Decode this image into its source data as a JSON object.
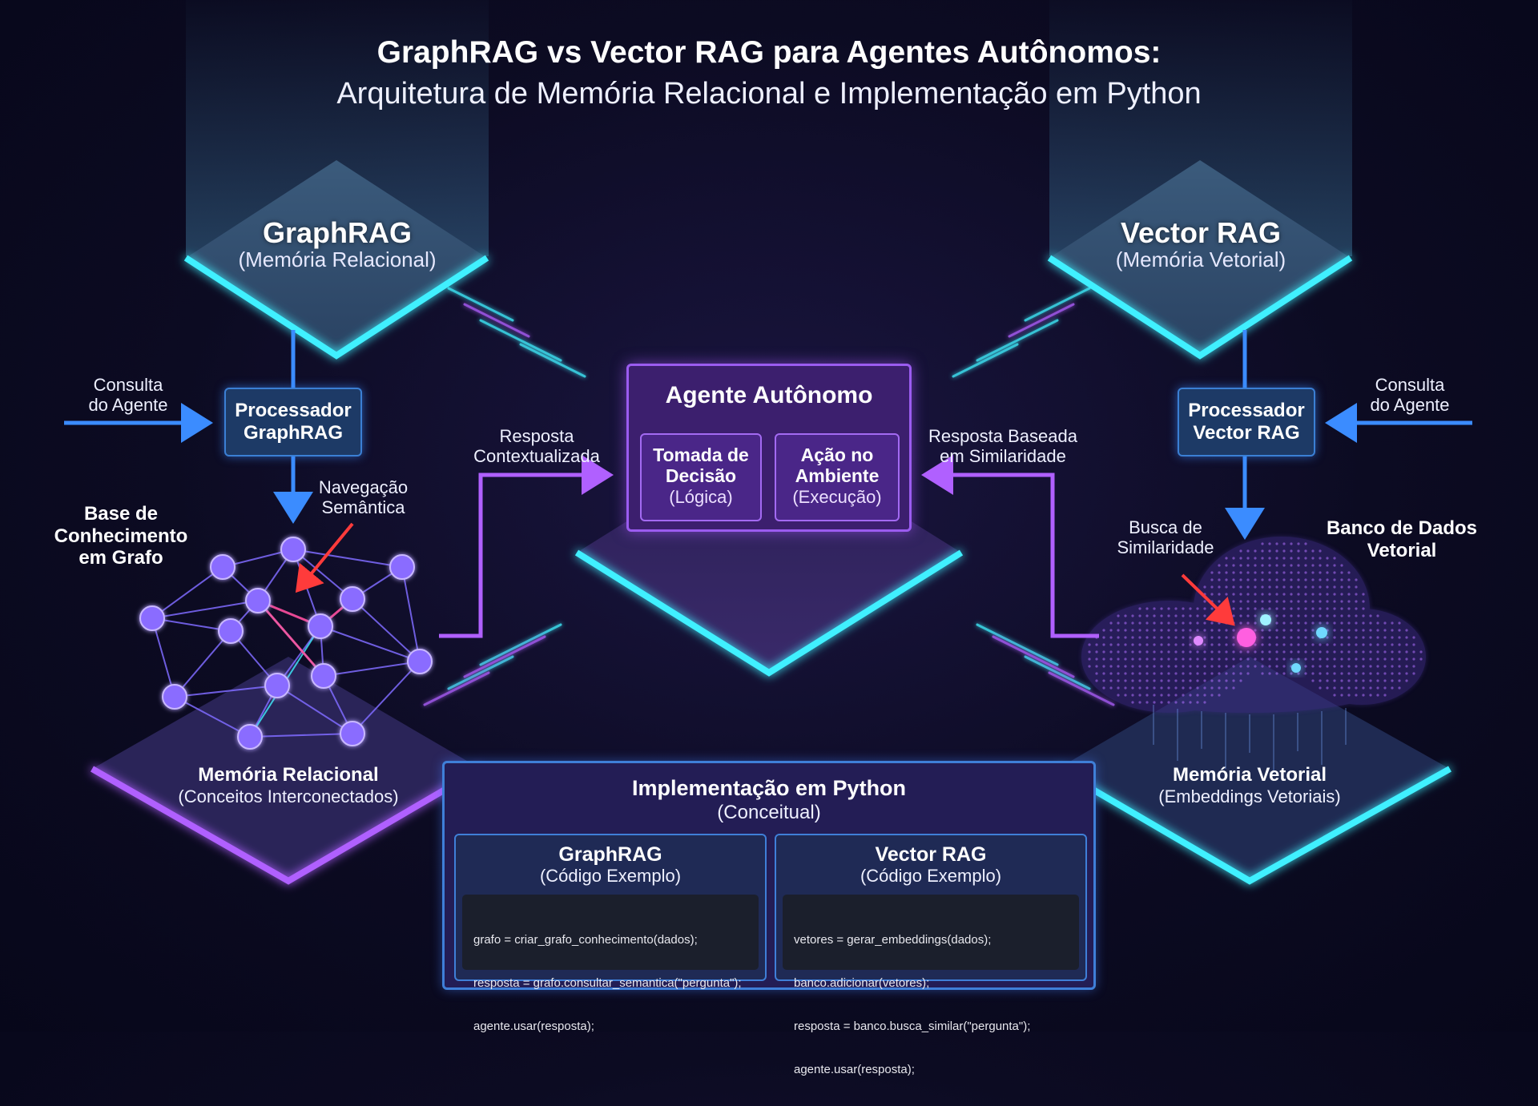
{
  "title": {
    "main": "GraphRAG vs Vector RAG para Agentes Autônomos:",
    "sub": "Arquitetura de Memória Relacional e Implementação em Python"
  },
  "graphrag": {
    "title": "GraphRAG",
    "subtitle": "(Memória Relacional)",
    "query_label_1": "Consulta",
    "query_label_2": "do Agente",
    "processor_1": "Processador",
    "processor_2": "GraphRAG",
    "nav_label_1": "Navegação",
    "nav_label_2": "Semântica",
    "kb_label_1": "Base de",
    "kb_label_2": "Conhecimento",
    "kb_label_3": "em Grafo",
    "memory_title": "Memória Relacional",
    "memory_sub": "(Conceitos Interconectados)",
    "response_1": "Resposta",
    "response_2": "Contextualizada"
  },
  "vectorrag": {
    "title": "Vector RAG",
    "subtitle": "(Memória Vetorial)",
    "query_label_1": "Consulta",
    "query_label_2": "do Agente",
    "processor_1": "Processador",
    "processor_2": "Vector RAG",
    "search_label_1": "Busca de",
    "search_label_2": "Similaridade",
    "db_label_1": "Banco de Dados",
    "db_label_2": "Vetorial",
    "memory_title": "Memória Vetorial",
    "memory_sub": "(Embeddings Vetoriais)",
    "response_1": "Resposta Baseada",
    "response_2": "em Similaridade"
  },
  "agent": {
    "title": "Agente Autônomo",
    "decision_1": "Tomada de",
    "decision_2": "Decisão",
    "decision_3": "(Lógica)",
    "action_1": "Ação no",
    "action_2": "Ambiente",
    "action_3": "(Execução)"
  },
  "implementation": {
    "title": "Implementação em Python",
    "subtitle": "(Conceitual)",
    "graph_card": {
      "title": "GraphRAG",
      "subtitle": "(Código Exemplo)",
      "code": [
        "grafo = criar_grafo_conhecimento(dados);",
        "resposta = grafo.consultar_semantica(\"pergunta\");",
        "agente.usar(resposta);"
      ]
    },
    "vector_card": {
      "title": "Vector RAG",
      "subtitle": "(Código Exemplo)",
      "code": [
        "vetores = gerar_embeddings(dados);",
        "banco.adicionar(vetores);",
        "resposta = banco.busca_similar(\"pergunta\");",
        "agente.usar(resposta);"
      ]
    }
  },
  "colors": {
    "cyan": "#3ff0ff",
    "purple": "#b060ff",
    "blue": "#3b8cff",
    "red_arrow": "#ff3b3b"
  }
}
